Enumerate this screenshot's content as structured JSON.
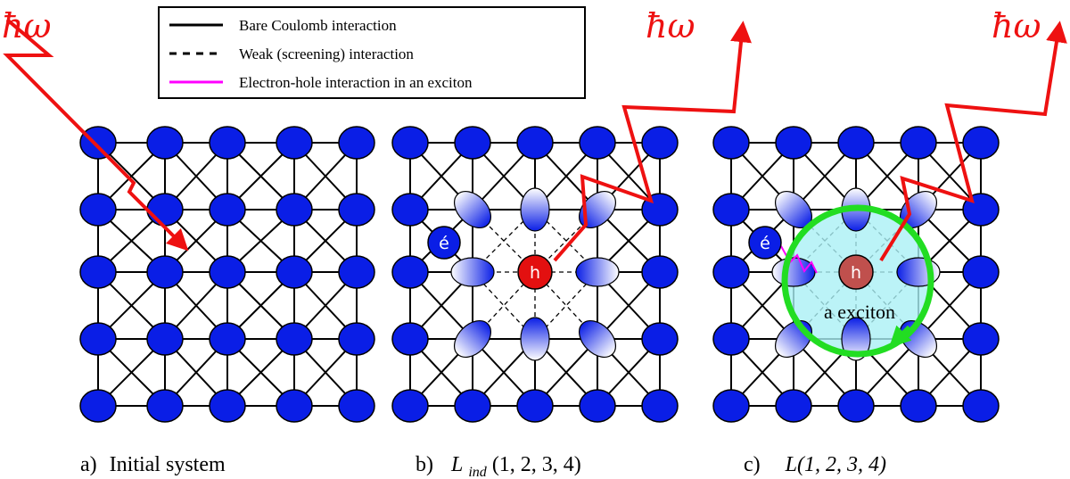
{
  "photon_label": "ħω",
  "legend": {
    "items": [
      {
        "style": "solid",
        "color": "#000000",
        "label": "Bare Coulomb interaction"
      },
      {
        "style": "dashed",
        "color": "#000000",
        "label": "Weak (screening) interaction"
      },
      {
        "style": "solid",
        "color": "#ff00ff",
        "label": "Electron-hole interaction in an exciton"
      }
    ]
  },
  "panels": [
    {
      "id": "a",
      "caption_prefix": "a)",
      "caption_text": "Initial system"
    },
    {
      "id": "b",
      "caption_prefix": "b)",
      "caption_text": "L",
      "caption_sub": "ind",
      "caption_args": "(1, 2, 3, 4)",
      "electron_label": "é",
      "hole_label": "h"
    },
    {
      "id": "c",
      "caption_prefix": "c)",
      "caption_text": "L(1, 2, 3, 4)",
      "electron_label": "é",
      "hole_label": "h",
      "exciton_label": "a  exciton"
    }
  ],
  "colors": {
    "atom": "#0a1ee6",
    "photon": "#ee1111",
    "hole": "#e31010",
    "hole_exciton": "#c0504d",
    "exciton_ring": "#22dd22",
    "exciton_fill": "#aaf0f5",
    "electron_hole_link": "#ff00ff"
  }
}
